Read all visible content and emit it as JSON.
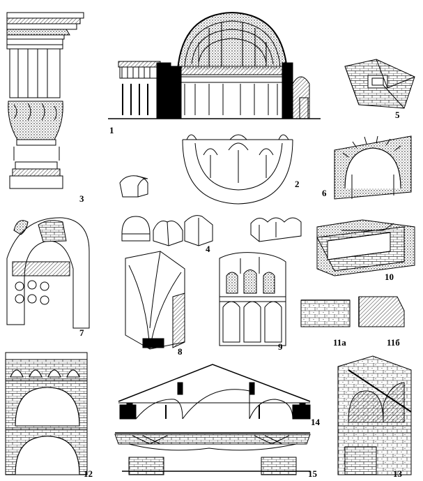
{
  "figure_labels": {
    "f1": "1",
    "f2": "2",
    "f3": "3",
    "f4": "4",
    "f5": "5",
    "f6": "6",
    "f7": "7",
    "f8": "8",
    "f9": "9",
    "f10": "10",
    "f11a": "11а",
    "f11b": "11б",
    "f12": "12",
    "f13": "13",
    "f14": "14",
    "f15": "15"
  }
}
